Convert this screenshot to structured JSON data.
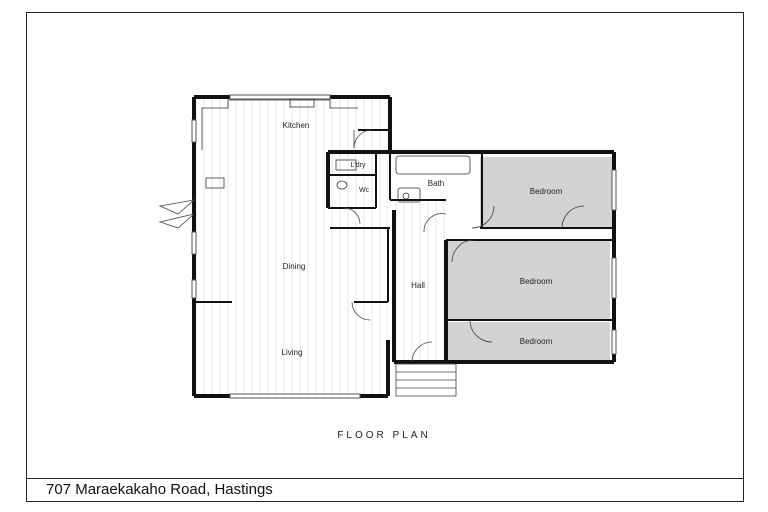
{
  "plan": {
    "title": "FLOOR PLAN",
    "address": "707 Maraekakaho Road, Hastings",
    "rooms": {
      "kitchen": "Kitchen",
      "laundry": "L'dry",
      "wc": "Wc",
      "bath": "Bath",
      "dining": "Dining",
      "living": "Living",
      "hall": "Hall",
      "bedroom1": "Bedroom",
      "bedroom2": "Bedroom",
      "bedroom3": "Bedroom"
    }
  },
  "colors": {
    "wall": "#111111",
    "bedroom_fill": "#d3d3d3",
    "floor_lines": "#e4e4e4"
  }
}
